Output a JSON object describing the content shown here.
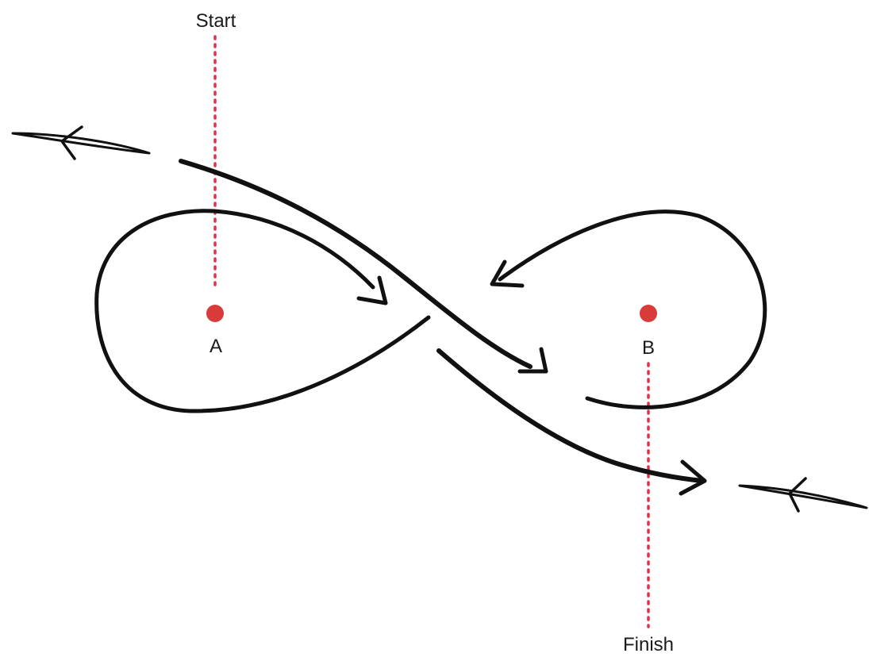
{
  "labels": {
    "start": "Start",
    "finish": "Finish",
    "point_a": "A",
    "point_b": "B"
  },
  "colors": {
    "stroke": "#111111",
    "guide_line": "#e0334a",
    "marker": "#d93a3a",
    "background": "#ffffff"
  }
}
